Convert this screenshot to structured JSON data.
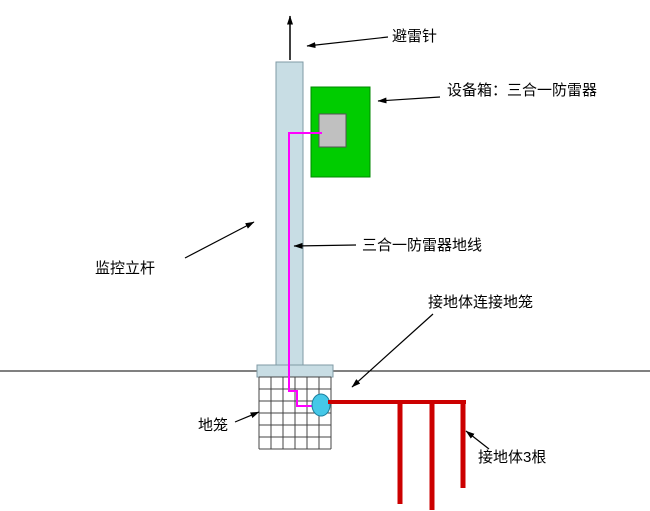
{
  "diagram": {
    "labels": {
      "lightning_rod": "避雷针",
      "equipment_box": "设备箱：三合一防雷器",
      "ground_wire": "三合一防雷器地线",
      "pole": "监控立杆",
      "connection": "接地体连接地笼",
      "cage": "地笼",
      "rods": "接地体3根"
    },
    "colors": {
      "pole_fill": "#c8dde4",
      "box_fill": "#00cc00",
      "device_fill": "#c0c0c0",
      "wire": "#ff00ff",
      "rod": "#cc0000",
      "connector_fill": "#45c8e8",
      "line": "#000000"
    }
  }
}
